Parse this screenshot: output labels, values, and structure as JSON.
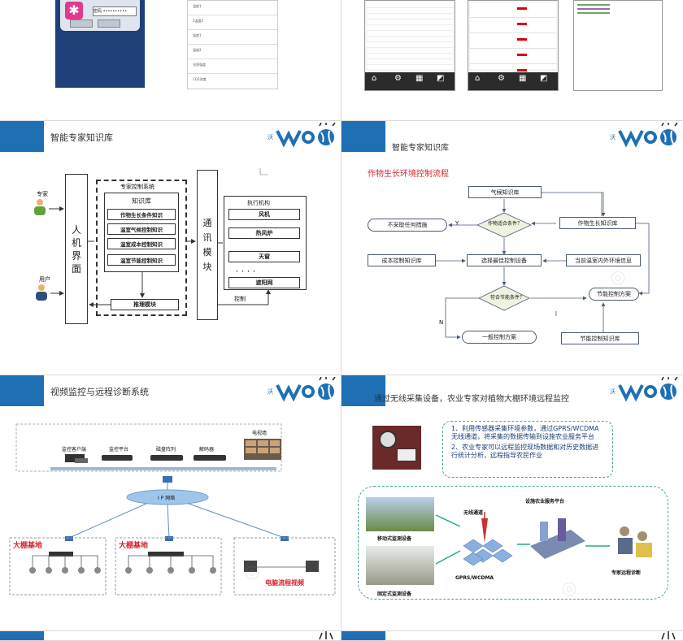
{
  "slides": {
    "s3": {
      "title": "智能专家知识库"
    },
    "s4": {
      "title": "智能专家知识库",
      "subtitle": "作物生长环境控制流程"
    },
    "s5": {
      "title": "视频监控与远程诊断系统"
    },
    "s6": {
      "title": "通过无线采集设备，农业专家对植物大棚环境远程监控"
    }
  },
  "s1": {
    "login_placeholder": "密码 ••••••••••"
  },
  "s2": {
    "list_items": [
      "温度1",
      "2温度2",
      "湿度1",
      "湿度2",
      "光照强度",
      "CO2浓度"
    ]
  },
  "kb": {
    "expert": "专家",
    "user": "用户",
    "hmi_chars": [
      "人",
      "机",
      "界",
      "面"
    ],
    "system_title": "专家控制系统",
    "kb_title": "知识库",
    "kb_items": [
      "作物生长条件知识",
      "温室气候控制知识",
      "温室成本控制知识",
      "温室节能控制知识"
    ],
    "inference": "推理模块",
    "comm_chars": [
      "通",
      "讯",
      "模",
      "块"
    ],
    "control": "控制",
    "exec_title": "执行机构",
    "exec_items": [
      "风机",
      "热风炉",
      "天窗",
      "・・・・",
      "遮阳网"
    ]
  },
  "flow": {
    "climate_kb": "气候知识库",
    "no_action": "不采取任何措施",
    "suitable": "作物适合条件？",
    "y": "Y",
    "growth_kb": "作物生长知识库",
    "cost_kb": "成本控制知识库",
    "best_ctrl": "选择最佳控制设备",
    "env_info": "当前温室内外环境信息",
    "energy_ok": "符合节能条件？",
    "energy_plan": "节能控制方案",
    "n": "N",
    "general_plan": "一般控制方案",
    "energy_kb": "节能控制知识库"
  },
  "video": {
    "tv_wall": "电视墙",
    "client": "监控客户端",
    "platform": "监控平台",
    "disk": "磁盘阵列",
    "decoder": "解码器",
    "ip": "I P 网络",
    "base1": "大棚基地",
    "base2": "大棚基地",
    "pc_flow": "电脑流程视频"
  },
  "remote": {
    "p1": "1、利用传感器采集环境参数，通过GPRS/WCDMA无线通道，将采集的数据传输到设施农业服务平台",
    "p2": "2、农业专家可以远程监控现场数据和对历史数据进行统计分析，远程指导农民作业",
    "mobile": "移动式监测设备",
    "fixed": "固定式监测设备",
    "wireless": "无线通道",
    "gprs": "GPRS/WCDMA",
    "platform": "设施农业服务平台",
    "expert": "专家远程诊断"
  }
}
